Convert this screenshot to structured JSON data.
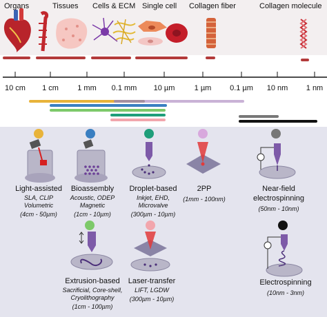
{
  "scales": [
    {
      "label": "Organs"
    },
    {
      "label": "Tissues"
    },
    {
      "label": "Cells & ECM"
    },
    {
      "label": "Single cell"
    },
    {
      "label": "Collagen fiber"
    },
    {
      "label": "Collagen molecule"
    }
  ],
  "axis_ticks": [
    "10 cm",
    "1 cm",
    "1 mm",
    "0.1 mm",
    "10 µm",
    "1 µm",
    "0.1 µm",
    "10 nm",
    "1 nm"
  ],
  "methods": [
    {
      "name": "Light-assisted",
      "lines": [
        "SLA, CLIP",
        "Volumetric",
        "(4cm - 50µm)"
      ],
      "color": "#e8b33a"
    },
    {
      "name": "Bioassembly",
      "lines": [
        "Acoustic, ODEP",
        "Magnetic",
        "(1cm - 10µm)"
      ],
      "color": "#3a7fc1"
    },
    {
      "name": "Droplet-based",
      "lines": [
        "Inkjet, EHD,",
        "Microvalve",
        "(300µm - 10µm)"
      ],
      "color": "#1f9e7a"
    },
    {
      "name": "2PP",
      "lines": [
        "(1mm - 100nm)"
      ],
      "color": "#d8a8dd"
    },
    {
      "name": "Near-field",
      "lines": [
        "electrospinning",
        "(50nm - 10nm)"
      ],
      "color": "#777777"
    },
    {
      "name": "Extrusion-based",
      "lines": [
        "Sacrificial, Core-shell,",
        "Cryolithography",
        "(1cm - 100µm)"
      ],
      "color": "#7dc96a"
    },
    {
      "name": "Laser-transfer",
      "lines": [
        "LIFT, LGDW",
        "(300µm - 10µm)"
      ],
      "color": "#f2a6ad"
    },
    {
      "name": "Electrospinning",
      "lines": [
        "(10nm - 3nm)"
      ],
      "color": "#111111"
    }
  ]
}
